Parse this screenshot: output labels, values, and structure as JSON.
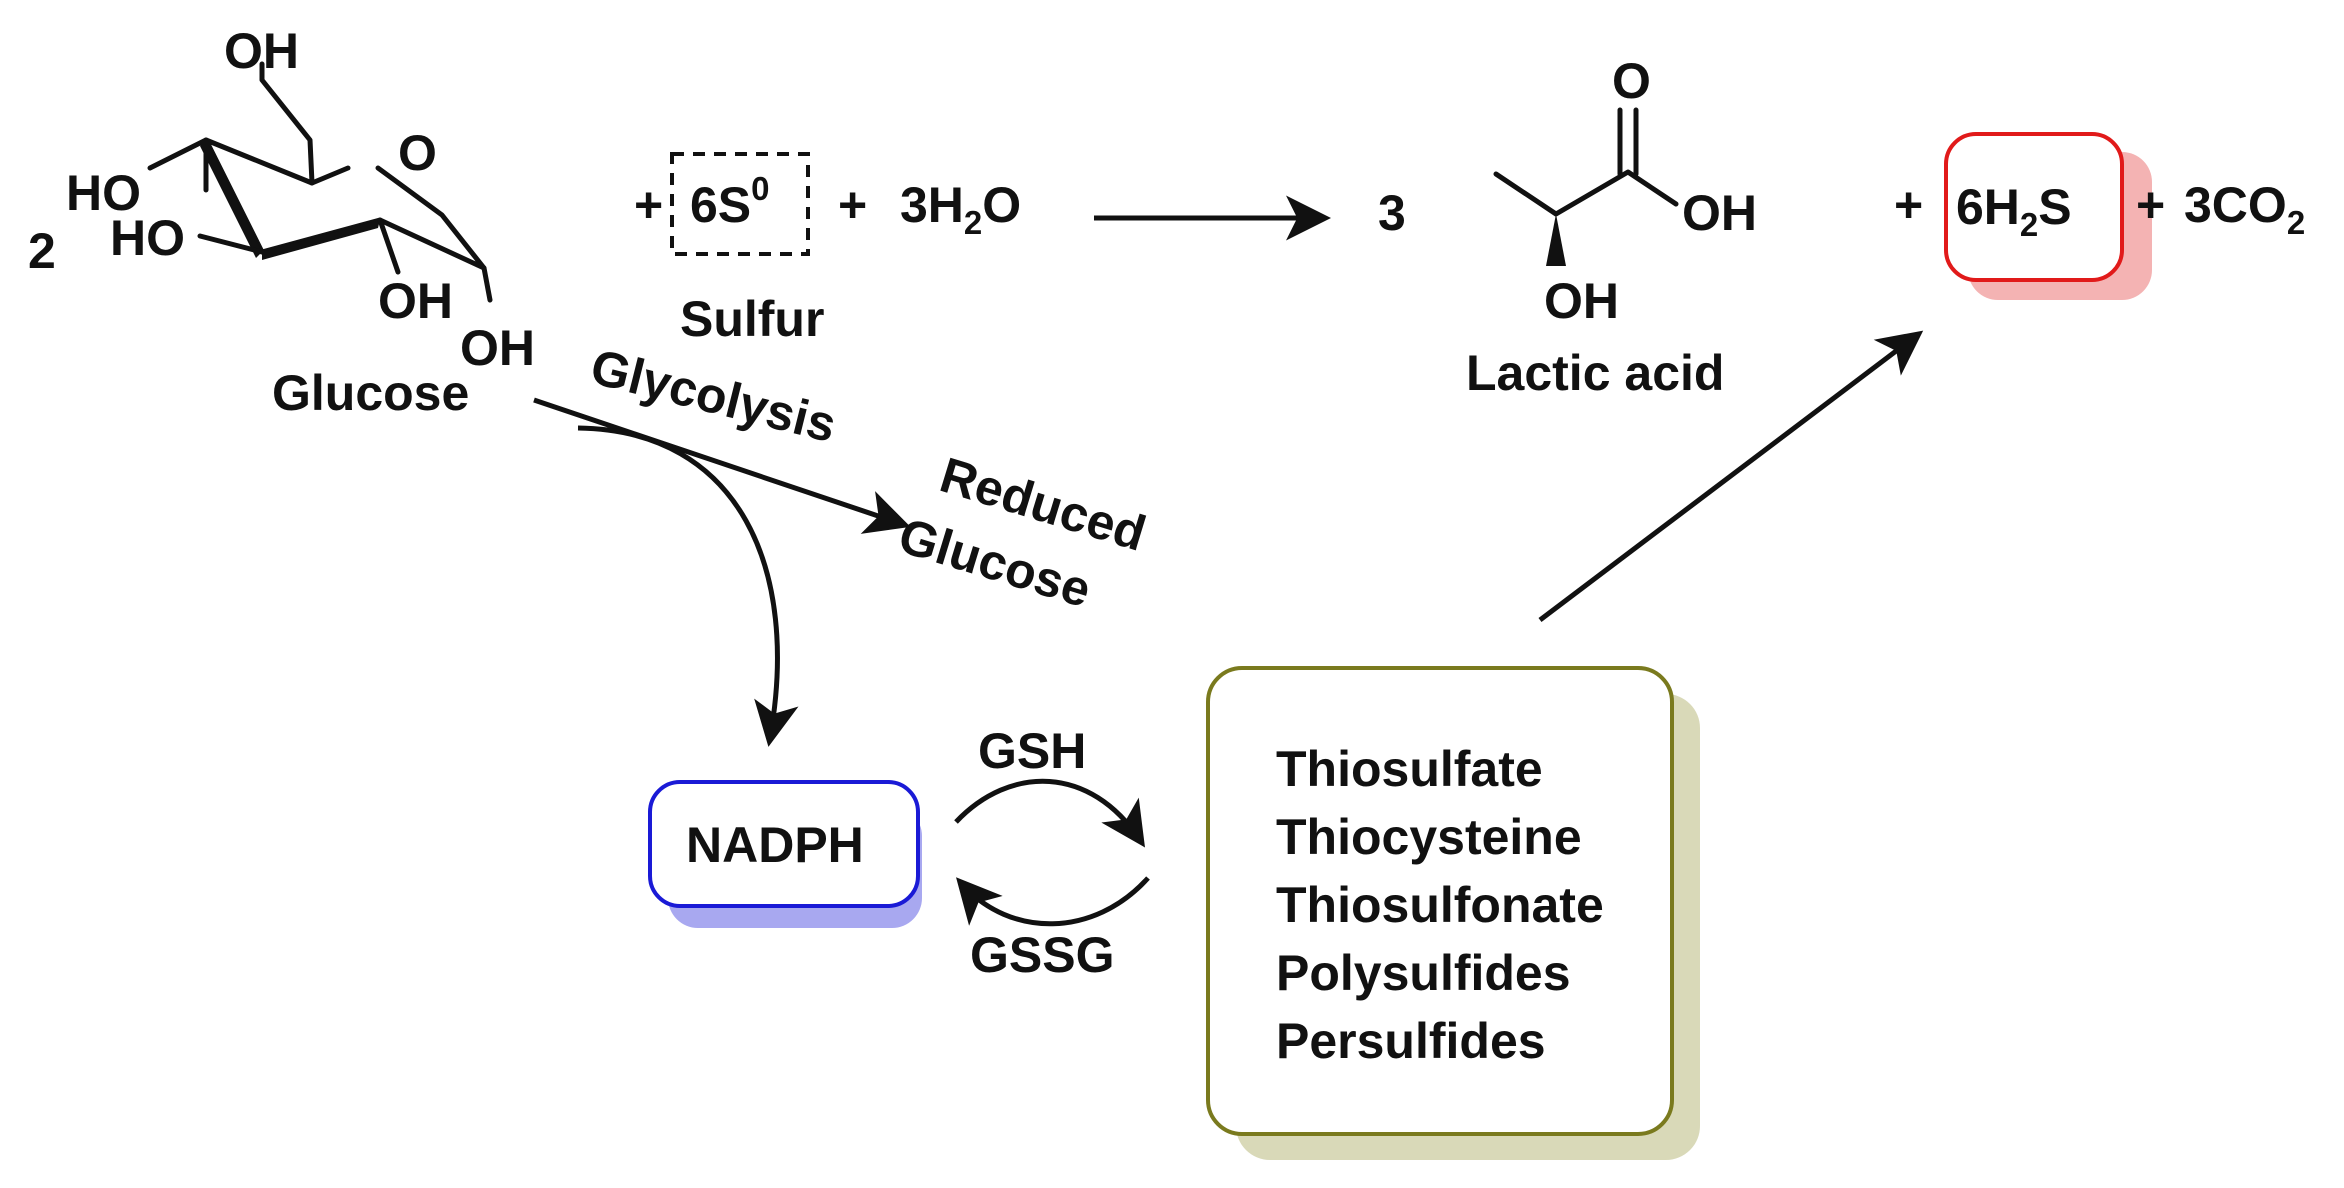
{
  "colors": {
    "nadph_border": "#1a1ad6",
    "nadph_shadow": "#a8a8f0",
    "h2s_border": "#e11a1a",
    "h2s_shadow": "#f4b3b3",
    "species_border": "#7a7a1e",
    "species_shadow": "#d9d9b8",
    "ink": "#111111"
  },
  "glucose": {
    "coefficient": "2",
    "name": "Glucose",
    "oh": "OH",
    "ho": "HO",
    "ring_o": "O"
  },
  "sulfur": {
    "plus": "+",
    "amount": "6S",
    "superscript": "0",
    "name": "Sulfur"
  },
  "water": {
    "plus": "+",
    "text": "3H",
    "subscript": "2",
    "tail": "O"
  },
  "lactic": {
    "coefficient": "3",
    "name": "Lactic acid",
    "o": "O",
    "oh_acid": "OH",
    "oh_alpha": "OH"
  },
  "products": {
    "plus1": "+",
    "h2s_pre": "6H",
    "h2s_sub": "2",
    "h2s_post": "S",
    "plus2": "+",
    "co2_pre": "3CO",
    "co2_sub": "2"
  },
  "pathway": {
    "glycolysis": "Glycolysis",
    "reduced_line1": "Reduced",
    "reduced_line2": "Glucose",
    "nadph": "NADPH",
    "gsh": "GSH",
    "gssg": "GSSG"
  },
  "species": [
    "Thiosulfate",
    "Thiocysteine",
    "Thiosulfonate",
    "Polysulfides",
    "Persulfides"
  ]
}
